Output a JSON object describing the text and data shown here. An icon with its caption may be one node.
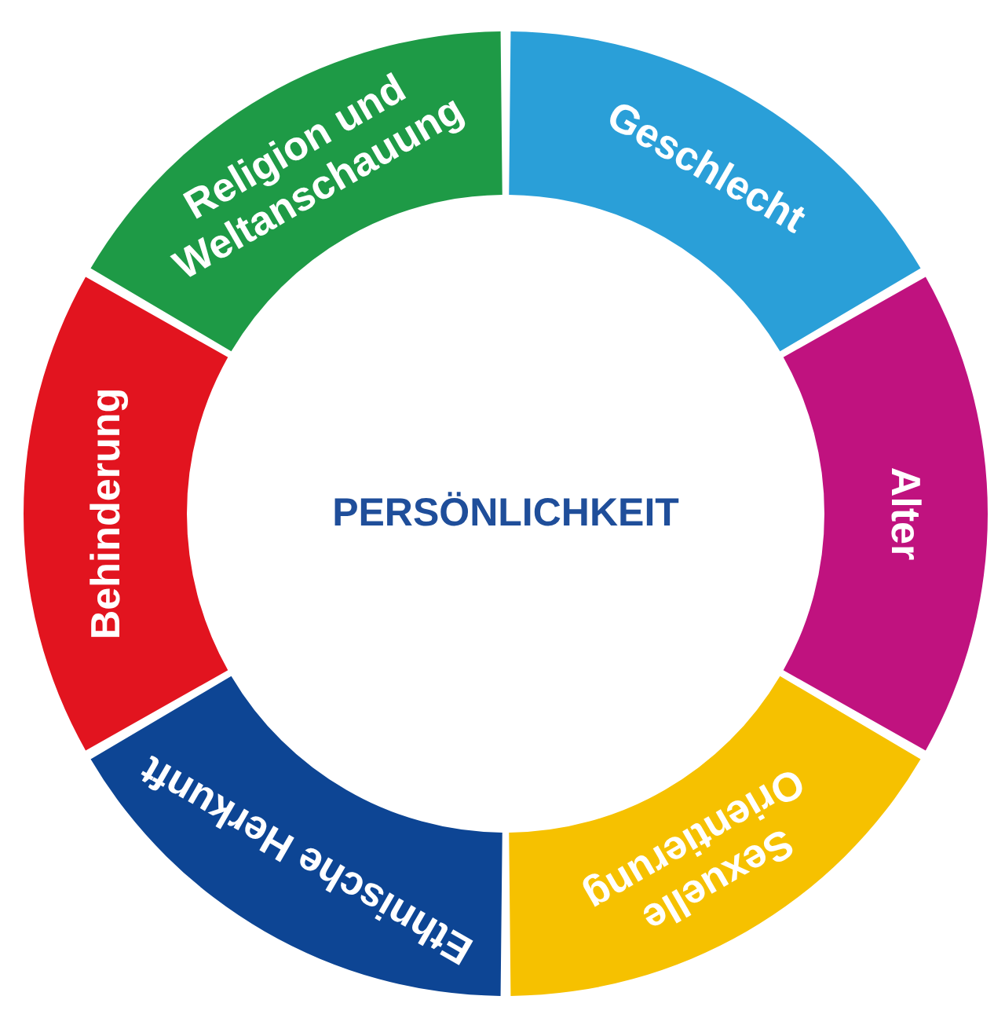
{
  "diagram": {
    "nodes": [
      {
        "text": [
          "Religion und Weltanschauung"
        ]
      },
      {
        "text": [
          "Geschlecht"
        ]
      },
      {
        "text": [
          "Behinderung"
        ]
      },
      {
        "text": [
          "Alter"
        ]
      },
      {
        "text": [
          "Ethnische Herkunft"
        ]
      },
      {
        "text": [
          "Sexuelle Orientierung"
        ]
      }
    ],
    "labels": [
      "PERSÖNLICHKEIT"
    ]
  }
}
